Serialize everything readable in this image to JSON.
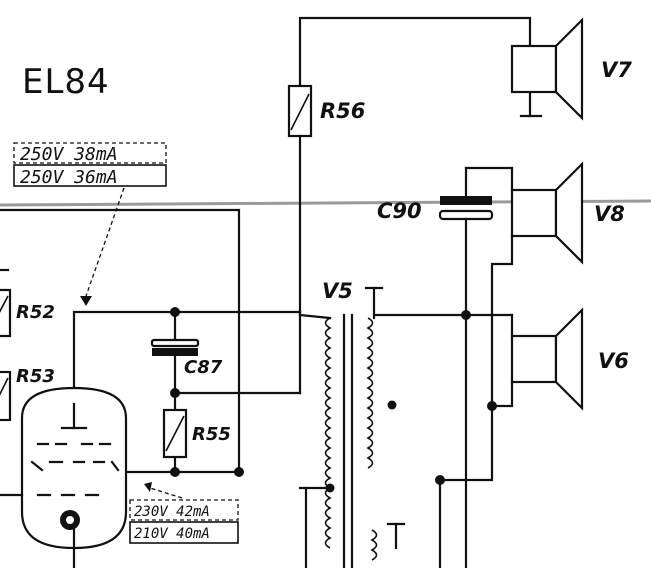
{
  "title": "EL84",
  "components": {
    "resistors": [
      "R56",
      "R52",
      "R53",
      "R55"
    ],
    "capacitors": [
      "C90",
      "C87"
    ],
    "transformer": "V5",
    "speakers": [
      "V7",
      "V8",
      "V6"
    ]
  },
  "measurements": {
    "anode_top": "250V 38mA",
    "anode_bottom": "250V 36mA",
    "screen_top": "230V 42mA",
    "screen_bottom": "210V 40mA"
  }
}
